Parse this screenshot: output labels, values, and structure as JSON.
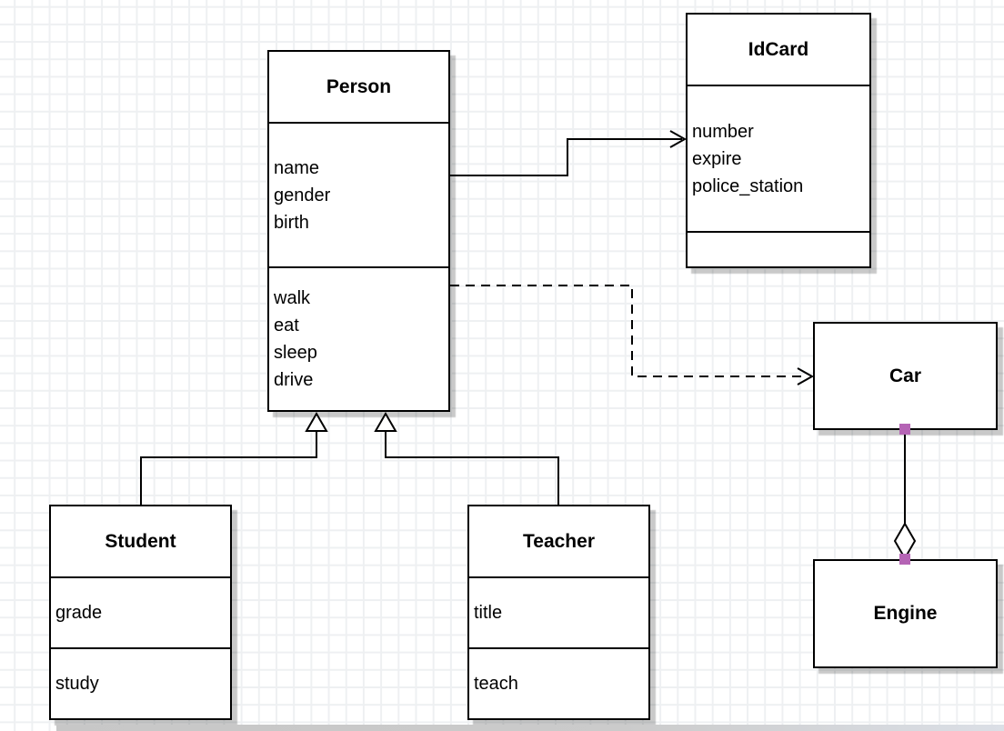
{
  "diagram": {
    "type": "uml-class-diagram",
    "classes": [
      {
        "id": "person",
        "title": "Person",
        "attributes": [
          "name",
          "gender",
          "birth"
        ],
        "methods": [
          "walk",
          "eat",
          "sleep",
          "drive"
        ]
      },
      {
        "id": "idcard",
        "title": "IdCard",
        "attributes": [
          "number",
          "expire",
          "police_station"
        ],
        "methods": []
      },
      {
        "id": "student",
        "title": "Student",
        "attributes": [
          "grade"
        ],
        "methods": [
          "study"
        ]
      },
      {
        "id": "teacher",
        "title": "Teacher",
        "attributes": [
          "title"
        ],
        "methods": [
          "teach"
        ]
      },
      {
        "id": "car",
        "title": "Car",
        "attributes": [],
        "methods": []
      },
      {
        "id": "engine",
        "title": "Engine",
        "attributes": [],
        "methods": []
      }
    ],
    "relationships": [
      {
        "from": "Person",
        "to": "IdCard",
        "type": "association",
        "line": "solid",
        "arrowhead": "open-arrow"
      },
      {
        "from": "Person",
        "to": "Car",
        "type": "dependency",
        "line": "dashed",
        "arrowhead": "open-arrow"
      },
      {
        "from": "Student",
        "to": "Person",
        "type": "generalization",
        "line": "solid",
        "arrowhead": "hollow-triangle"
      },
      {
        "from": "Teacher",
        "to": "Person",
        "type": "generalization",
        "line": "solid",
        "arrowhead": "hollow-triangle"
      },
      {
        "from": "Car",
        "to": "Engine",
        "type": "aggregation",
        "line": "solid",
        "arrowhead": "hollow-diamond"
      }
    ],
    "colors": {
      "shape_fill": "#ffffff",
      "shape_stroke": "#000000",
      "endpoint_marker": "#b564b5",
      "grid_line": "#eef0f2",
      "shadow": "#c9c9c9"
    }
  }
}
